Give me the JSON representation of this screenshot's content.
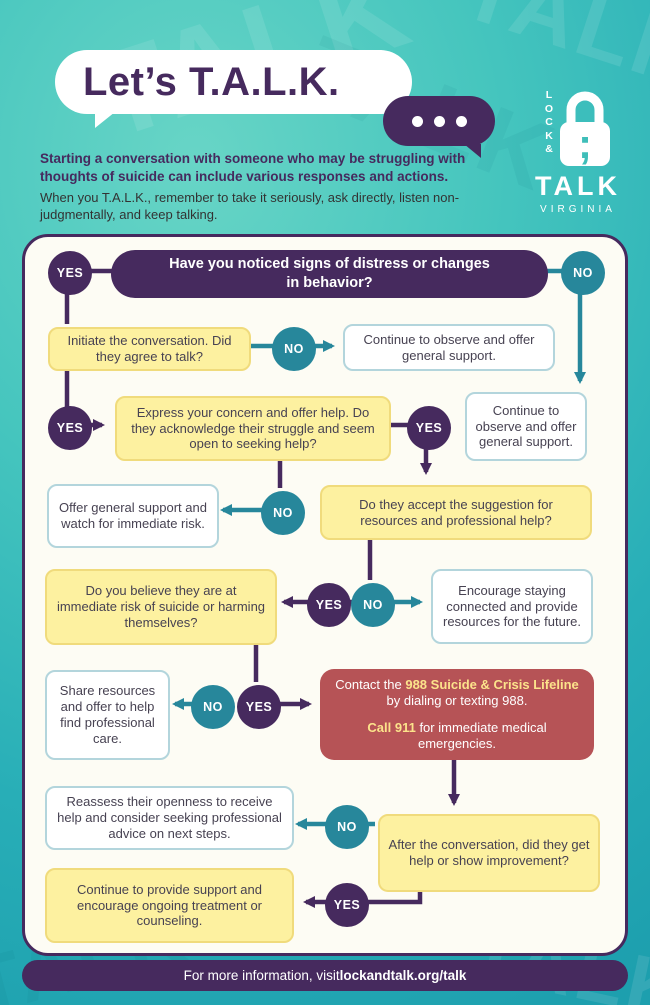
{
  "background": {
    "watermark": "TALK"
  },
  "header": {
    "title": "Let’s T.A.L.K.",
    "intro_bold": "Starting a conversation with someone who may be struggling with thoughts of suicide can include various responses and actions.",
    "intro_text": "When you T.A.L.K., remember to take it seriously, ask directly, listen non-judgmentally, and keep talking.",
    "logo": {
      "letters": [
        "L",
        "O",
        "C",
        "K",
        "&"
      ],
      "talk": "TALK",
      "state": "VIRGINIA"
    }
  },
  "labels": {
    "yes": "YES",
    "no": "NO"
  },
  "flow": {
    "start": "Have you noticed signs of distress or changes in behavior?",
    "initiate": "Initiate the conversation. Did they agree to talk?",
    "observe_top": "Continue to observe and offer general support.",
    "observe_right": "Continue to observe and offer general support.",
    "express": "Express your concern and offer help. Do they acknowledge their struggle and seem open to seeking help?",
    "offer_support": "Offer general support and watch for immediate risk.",
    "accept": "Do they accept the suggestion for resources and professional help?",
    "immediate_risk": "Do you believe they are at immediate risk of suicide or harming themselves?",
    "encourage": "Encourage staying connected and provide resources for the future.",
    "share": "Share resources and offer to help find professional care.",
    "crisis": {
      "part1": "Contact the ",
      "highlight1": "988 Suicide & Crisis Lifeline",
      "part2": " by dialing or texting 988.",
      "highlight2": "Call 911",
      "part3": " for immediate medical emergencies."
    },
    "reassess": "Reassess their openness to receive help and consider seeking professional advice on next steps.",
    "after": "After the conversation, did they get help or show improvement?",
    "continue_support": "Continue to provide support and encourage ongoing treatment or counseling."
  },
  "footer": {
    "prefix": "For more information, visit ",
    "link": "lockandtalk.org/talk"
  },
  "colors": {
    "purple": "#462a5e",
    "teal_circle": "#27879b",
    "yellow_box": "#fdf1a0",
    "red_box": "#b65356",
    "bg_teal": "#3fbeb9"
  }
}
